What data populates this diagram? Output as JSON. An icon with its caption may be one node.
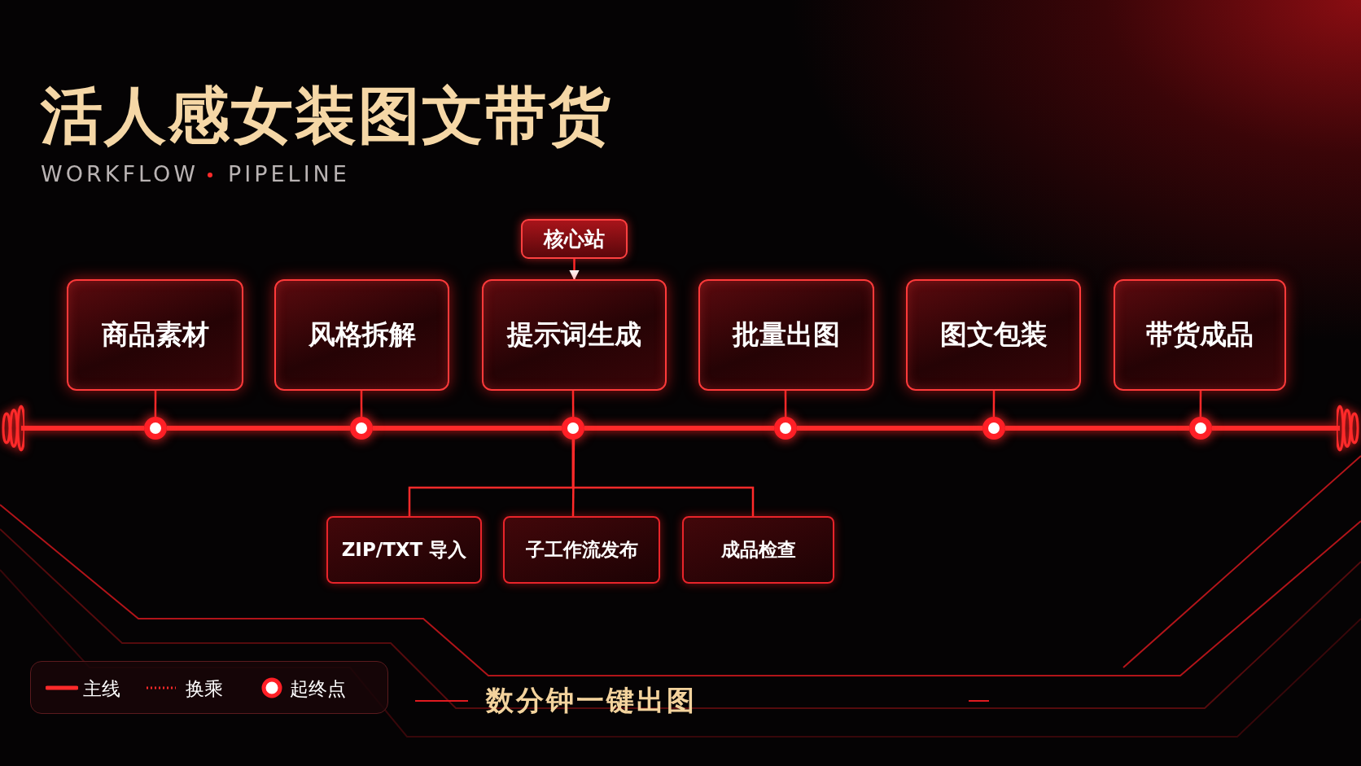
{
  "diagram": {
    "title": "活人感女装图文带货",
    "caption": "数分钟一键出图",
    "nodes": [
      {
        "text": [
          "商品素材"
        ]
      },
      {
        "text": [
          "风格拆解"
        ]
      },
      {
        "text": [
          "提示词生成"
        ]
      },
      {
        "text": [
          "批量出图"
        ]
      },
      {
        "text": [
          "图文包装"
        ]
      },
      {
        "text": [
          "带货成品"
        ]
      },
      {
        "text": [
          "核心站"
        ]
      },
      {
        "text": [],
        "shape": "circle"
      },
      {
        "text": [],
        "shape": "circle"
      },
      {
        "text": [],
        "shape": "circle"
      },
      {
        "text": [],
        "shape": "circle"
      },
      {
        "text": [],
        "shape": "circle"
      },
      {
        "text": [],
        "shape": "circle"
      },
      {
        "text": [
          "ZIP/TXT 导入"
        ]
      },
      {
        "text": [
          "子工作流发布"
        ]
      },
      {
        "text": [
          "成品检查"
        ]
      }
    ],
    "edges": [
      {
        "from": 6,
        "to": 2,
        "arrow": "to"
      },
      {
        "from": 0,
        "to": 7,
        "arrow": "none"
      },
      {
        "from": 1,
        "to": 8,
        "arrow": "none"
      },
      {
        "from": 2,
        "to": 9,
        "arrow": "none"
      },
      {
        "from": 3,
        "to": 10,
        "arrow": "none"
      },
      {
        "from": 4,
        "to": 11,
        "arrow": "none"
      },
      {
        "from": 5,
        "to": 12,
        "arrow": "none"
      },
      {
        "from": null,
        "to": 7,
        "arrow": "other",
        "style": "thick"
      },
      {
        "from": 7,
        "to": 8,
        "arrow": "none",
        "style": "thick"
      },
      {
        "from": 8,
        "to": 9,
        "arrow": "none",
        "style": "thick"
      },
      {
        "from": 9,
        "to": 10,
        "arrow": "none",
        "style": "thick"
      },
      {
        "from": 10,
        "to": 11,
        "arrow": "none",
        "style": "thick"
      },
      {
        "from": 11,
        "to": 12,
        "arrow": "none",
        "style": "thick"
      },
      {
        "from": 12,
        "to": null,
        "arrow": "other",
        "style": "thick"
      },
      {
        "from": 9,
        "to": 13,
        "arrow": "none"
      },
      {
        "from": 9,
        "to": 14,
        "arrow": "none"
      },
      {
        "from": 9,
        "to": 15,
        "arrow": "none"
      }
    ],
    "labels": [
      "WORKFLOW",
      "PIPELINE"
    ],
    "legend": [
      {
        "text": "主线"
      },
      {
        "text": "换乘"
      },
      {
        "text": "起终点"
      }
    ]
  }
}
